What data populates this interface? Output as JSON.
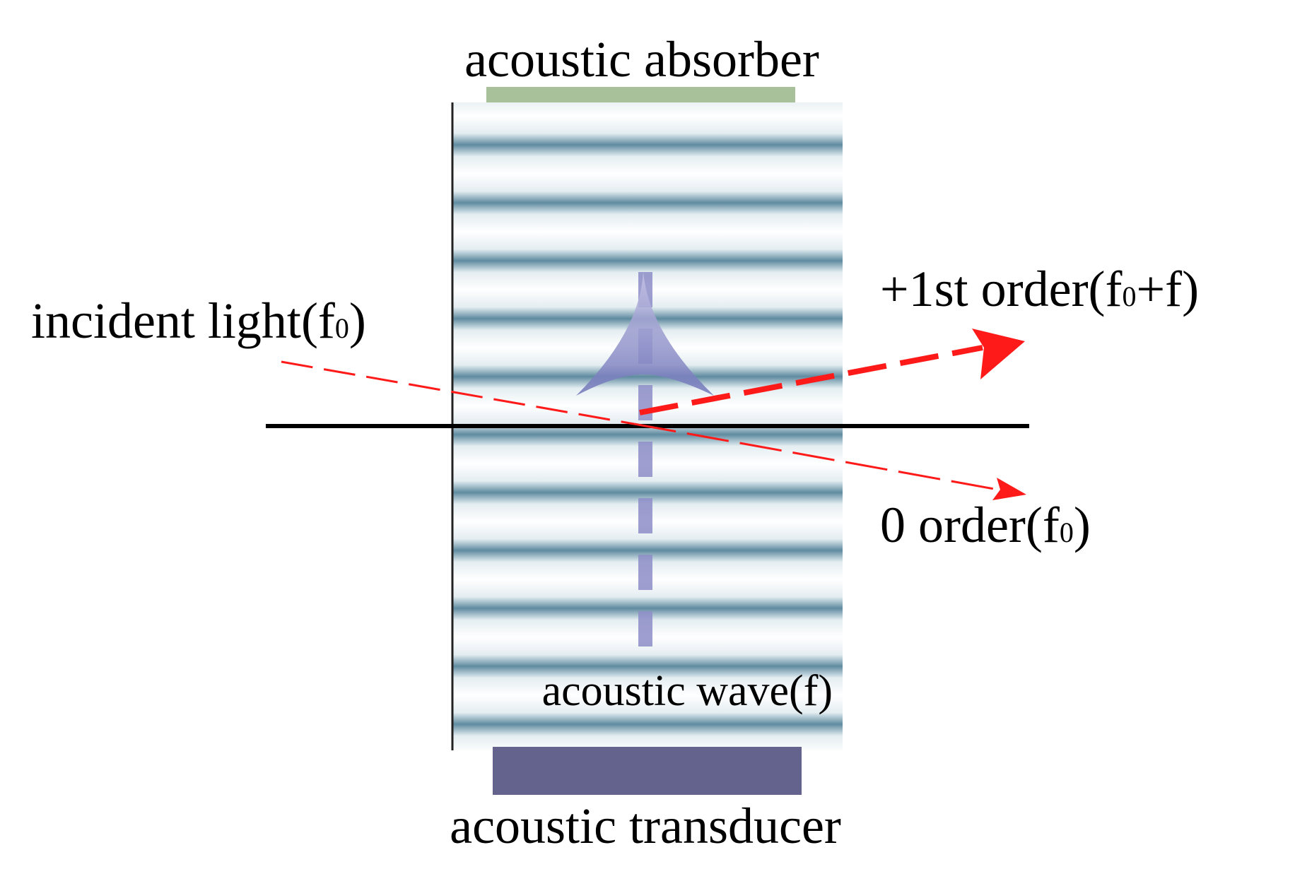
{
  "labels": {
    "absorber": "acoustic absorber",
    "transducer": "acoustic transducer",
    "incident": "incident light(f",
    "incident_sub": "0",
    "incident_close": ")",
    "first_order": "+1st order(f",
    "first_order_sub": "0",
    "first_order_tail": "+f)",
    "zero_order": "0 order(f",
    "zero_order_sub": "0",
    "zero_order_close": ")",
    "acoustic_wave": "acoustic wave(f)"
  },
  "colors": {
    "absorber": "#a9c19b",
    "transducer": "#63638d",
    "stripe_dark": "#5f8ba0",
    "stripe_light": "#ffffff",
    "light_ray": "#ff1a1a",
    "axis_line": "#000000",
    "acoustic_arrow": "#7a7fbf",
    "acoustic_dash": "#8e8ec8"
  },
  "icons": {
    "acoustic_arrow": "upward-arrowhead",
    "ray_arrow": "arrowhead"
  }
}
